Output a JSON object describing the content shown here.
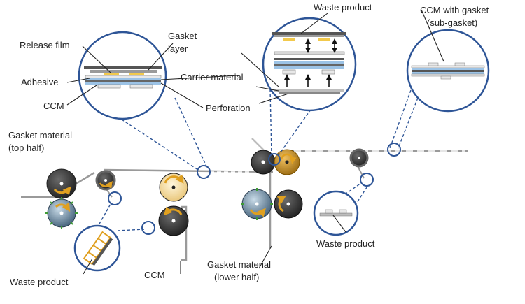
{
  "labels": {
    "release_film": "Release film",
    "gasket_layer_1": "Gasket",
    "gasket_layer_2": "layer",
    "adhesive": "Adhesive",
    "carrier_material": "Carrier material",
    "ccm_top": "CCM",
    "perforation": "Perforation",
    "waste_product_top": "Waste product",
    "ccm_with_gasket_1": "CCM with gasket",
    "ccm_with_gasket_2": "(sub-gasket)",
    "gasket_material_top_1": "Gasket material",
    "gasket_material_top_2": "(top half)",
    "waste_product_bottom_left": "Waste product",
    "ccm_bottom": "CCM",
    "gasket_material_lower_1": "Gasket material",
    "gasket_material_lower_2": "(lower half)",
    "waste_product_right": "Waste product"
  },
  "colors": {
    "outline_blue": "#2e5597",
    "roller_dark": "#3a3a3a",
    "roller_cream": "#f3d9a0",
    "roller_blue": "#6f8fa8",
    "orange_accent": "#e0a020",
    "film_gray": "#8a8a8a",
    "layer_blue": "#9cc3e6",
    "layer_yellow": "#f2c94c",
    "cutter_green": "#3f9c35"
  },
  "icons": {
    "roller": "roller-icon",
    "rotation": "curved-arrow-icon",
    "zoom": "magnifier-circle-icon"
  }
}
